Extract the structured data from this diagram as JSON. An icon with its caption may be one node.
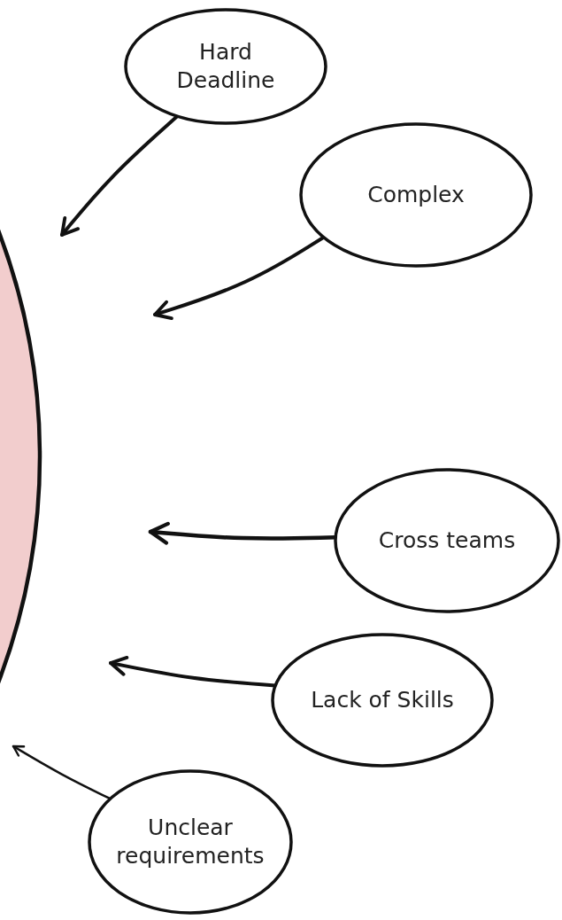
{
  "diagram": {
    "nodes": [
      {
        "text": [],
        "shape": "circle"
      },
      {
        "text": [
          "Hard Deadline"
        ]
      },
      {
        "text": [
          "Complex"
        ]
      },
      {
        "text": [
          "Cross teams"
        ]
      },
      {
        "text": [
          "Lack of Skills"
        ]
      },
      {
        "text": [
          "Unclear requirements"
        ]
      }
    ],
    "edges": [
      {
        "from": 1,
        "to": null,
        "arrow": "to"
      },
      {
        "from": 2,
        "to": null,
        "arrow": "to"
      },
      {
        "from": 3,
        "to": null,
        "arrow": "to"
      },
      {
        "from": 4,
        "to": null,
        "arrow": "to"
      },
      {
        "from": 5,
        "to": null,
        "arrow": "to"
      }
    ]
  }
}
